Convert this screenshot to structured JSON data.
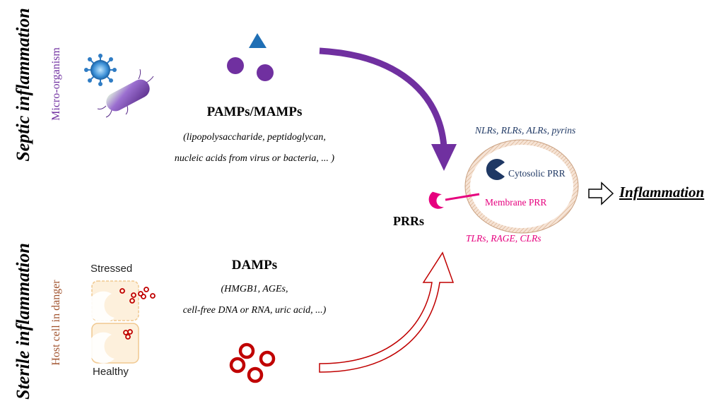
{
  "septic": {
    "title": "Septic inflammation",
    "source_label": "Micro-organism",
    "pamps_title": "PAMPs/MAMPs",
    "pamps_examples_line1": "(lipopolysaccharide, peptidoglycan,",
    "pamps_examples_line2": "nucleic acids from virus or bacteria, ... )"
  },
  "sterile": {
    "title": "Sterile inflammation",
    "source_label": "Host cell in danger",
    "stressed_label": "Stressed",
    "healthy_label": "Healthy",
    "damps_title": "DAMPs",
    "damps_examples_line1": "(HMGB1, AGEs,",
    "damps_examples_line2": "cell-free DNA or RNA, uric acid, ...)"
  },
  "receptors": {
    "prrs_label": "PRRs",
    "cytosolic_examples": "NLRs, RLRs, ALRs, pyrins",
    "cytosolic_label": "Cytosolic PRR",
    "membrane_label": "Membrane PRR",
    "membrane_examples": "TLRs, RAGE, CLRs"
  },
  "outcome": {
    "label": "Inflammation"
  },
  "colors": {
    "purple": "#7030a0",
    "blue_triangle": "#1f6fb5",
    "navy": "#1f3864",
    "magenta": "#e6007e",
    "damp_red": "#c00000",
    "membrane_fill": "#f3dccb",
    "membrane_stroke": "#c9a080",
    "cell_fill": "#fdf0dc",
    "cell_stroke": "#f0c890",
    "sterile_brown": "#a0522d"
  }
}
